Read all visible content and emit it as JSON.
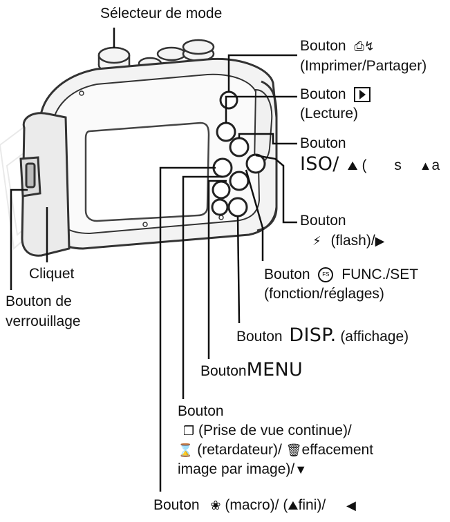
{
  "labels": {
    "mode_selector": "Sélecteur de mode",
    "print_share_button": "Bouton",
    "print_share_desc": "(Imprimer/Partager)",
    "playback_button": "Bouton",
    "playback_desc": "(Lecture)",
    "iso_button": "Bouton",
    "iso_text": "ISO/",
    "iso_paren": "(",
    "iso_s": "s",
    "iso_a": "a",
    "flash_button": "Bouton",
    "flash_desc": "(flash)/",
    "func_button": "Bouton",
    "func_text": "FUNC./SET",
    "func_desc": "(fonction/réglages)",
    "cliquet": "Cliquet",
    "lock_line1": "Bouton de",
    "lock_line2": "verrouillage",
    "disp_button": "Bouton",
    "disp_text": "DISP.",
    "disp_desc": "(affichage)",
    "menu_button": "Bouton",
    "menu_text": "MENU",
    "drive_button": "Bouton",
    "drive_line1": "(Prise de vue continue)/",
    "drive_line2": "(retardateur)/",
    "drive_line2b": "effacement",
    "drive_line3": "image par image)/",
    "macro_button": "Bouton",
    "macro_text": "(macro)/",
    "macro_inf": "fini)/"
  },
  "icons": {
    "print_share": "print-share-icon",
    "playback": "playback-icon",
    "flash": "flash-icon",
    "func": "func-set-icon",
    "continuous": "continuous-shooting-icon",
    "self_timer": "self-timer-icon",
    "erase": "erase-icon",
    "macro": "macro-flower-icon",
    "infinity": "mountain-infinity-icon",
    "arrow_up": "arrow-up-icon",
    "arrow_right": "arrow-right-icon",
    "arrow_down": "arrow-down-icon",
    "arrow_left": "arrow-left-icon"
  },
  "colors": {
    "line": "#111111",
    "housing_fill": "#f2f2f2",
    "housing_stroke": "#333333",
    "background": "#ffffff"
  }
}
